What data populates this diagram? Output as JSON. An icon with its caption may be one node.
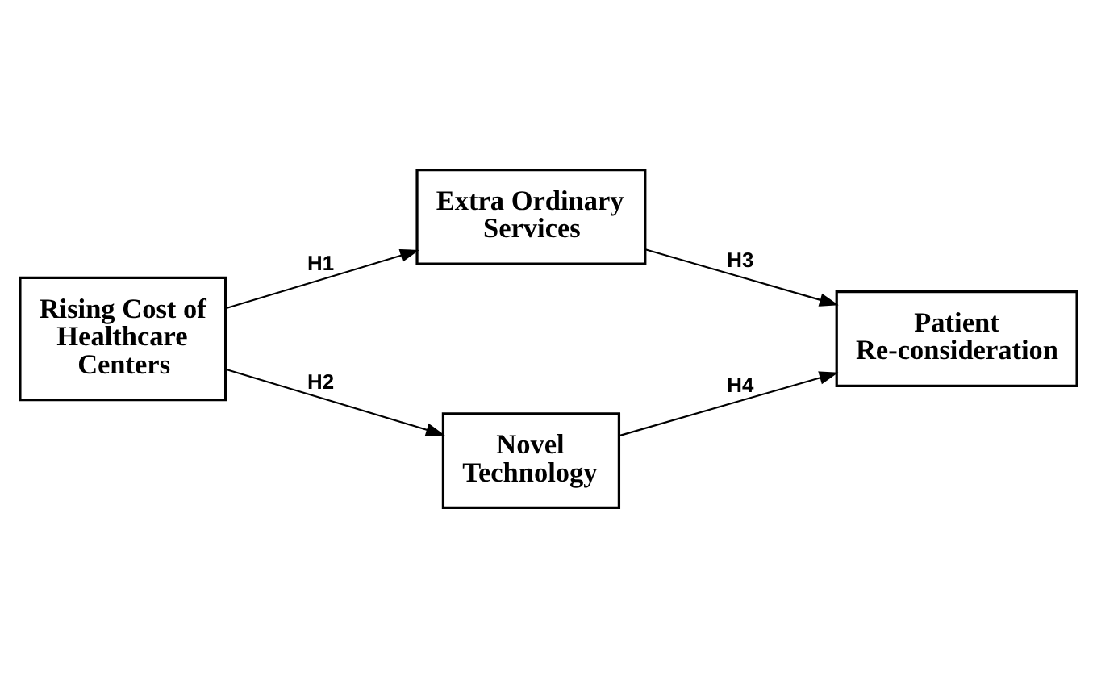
{
  "diagram": {
    "nodes": [
      {
        "text": [
          "Rising Cost of Healthcare Centers"
        ]
      },
      {
        "text": [
          "Extra Ordinary Services"
        ]
      },
      {
        "text": [
          "Novel Technology"
        ]
      },
      {
        "text": [
          "Patient Re-consideration"
        ]
      }
    ],
    "edges": [
      {
        "from": 0,
        "to": 1,
        "arrow": "to",
        "label": "H1"
      },
      {
        "from": 0,
        "to": 2,
        "arrow": "to",
        "label": "H2"
      },
      {
        "from": 1,
        "to": 3,
        "arrow": "to",
        "label": "H3"
      },
      {
        "from": 2,
        "to": 3,
        "arrow": "to",
        "label": "H4"
      }
    ]
  }
}
